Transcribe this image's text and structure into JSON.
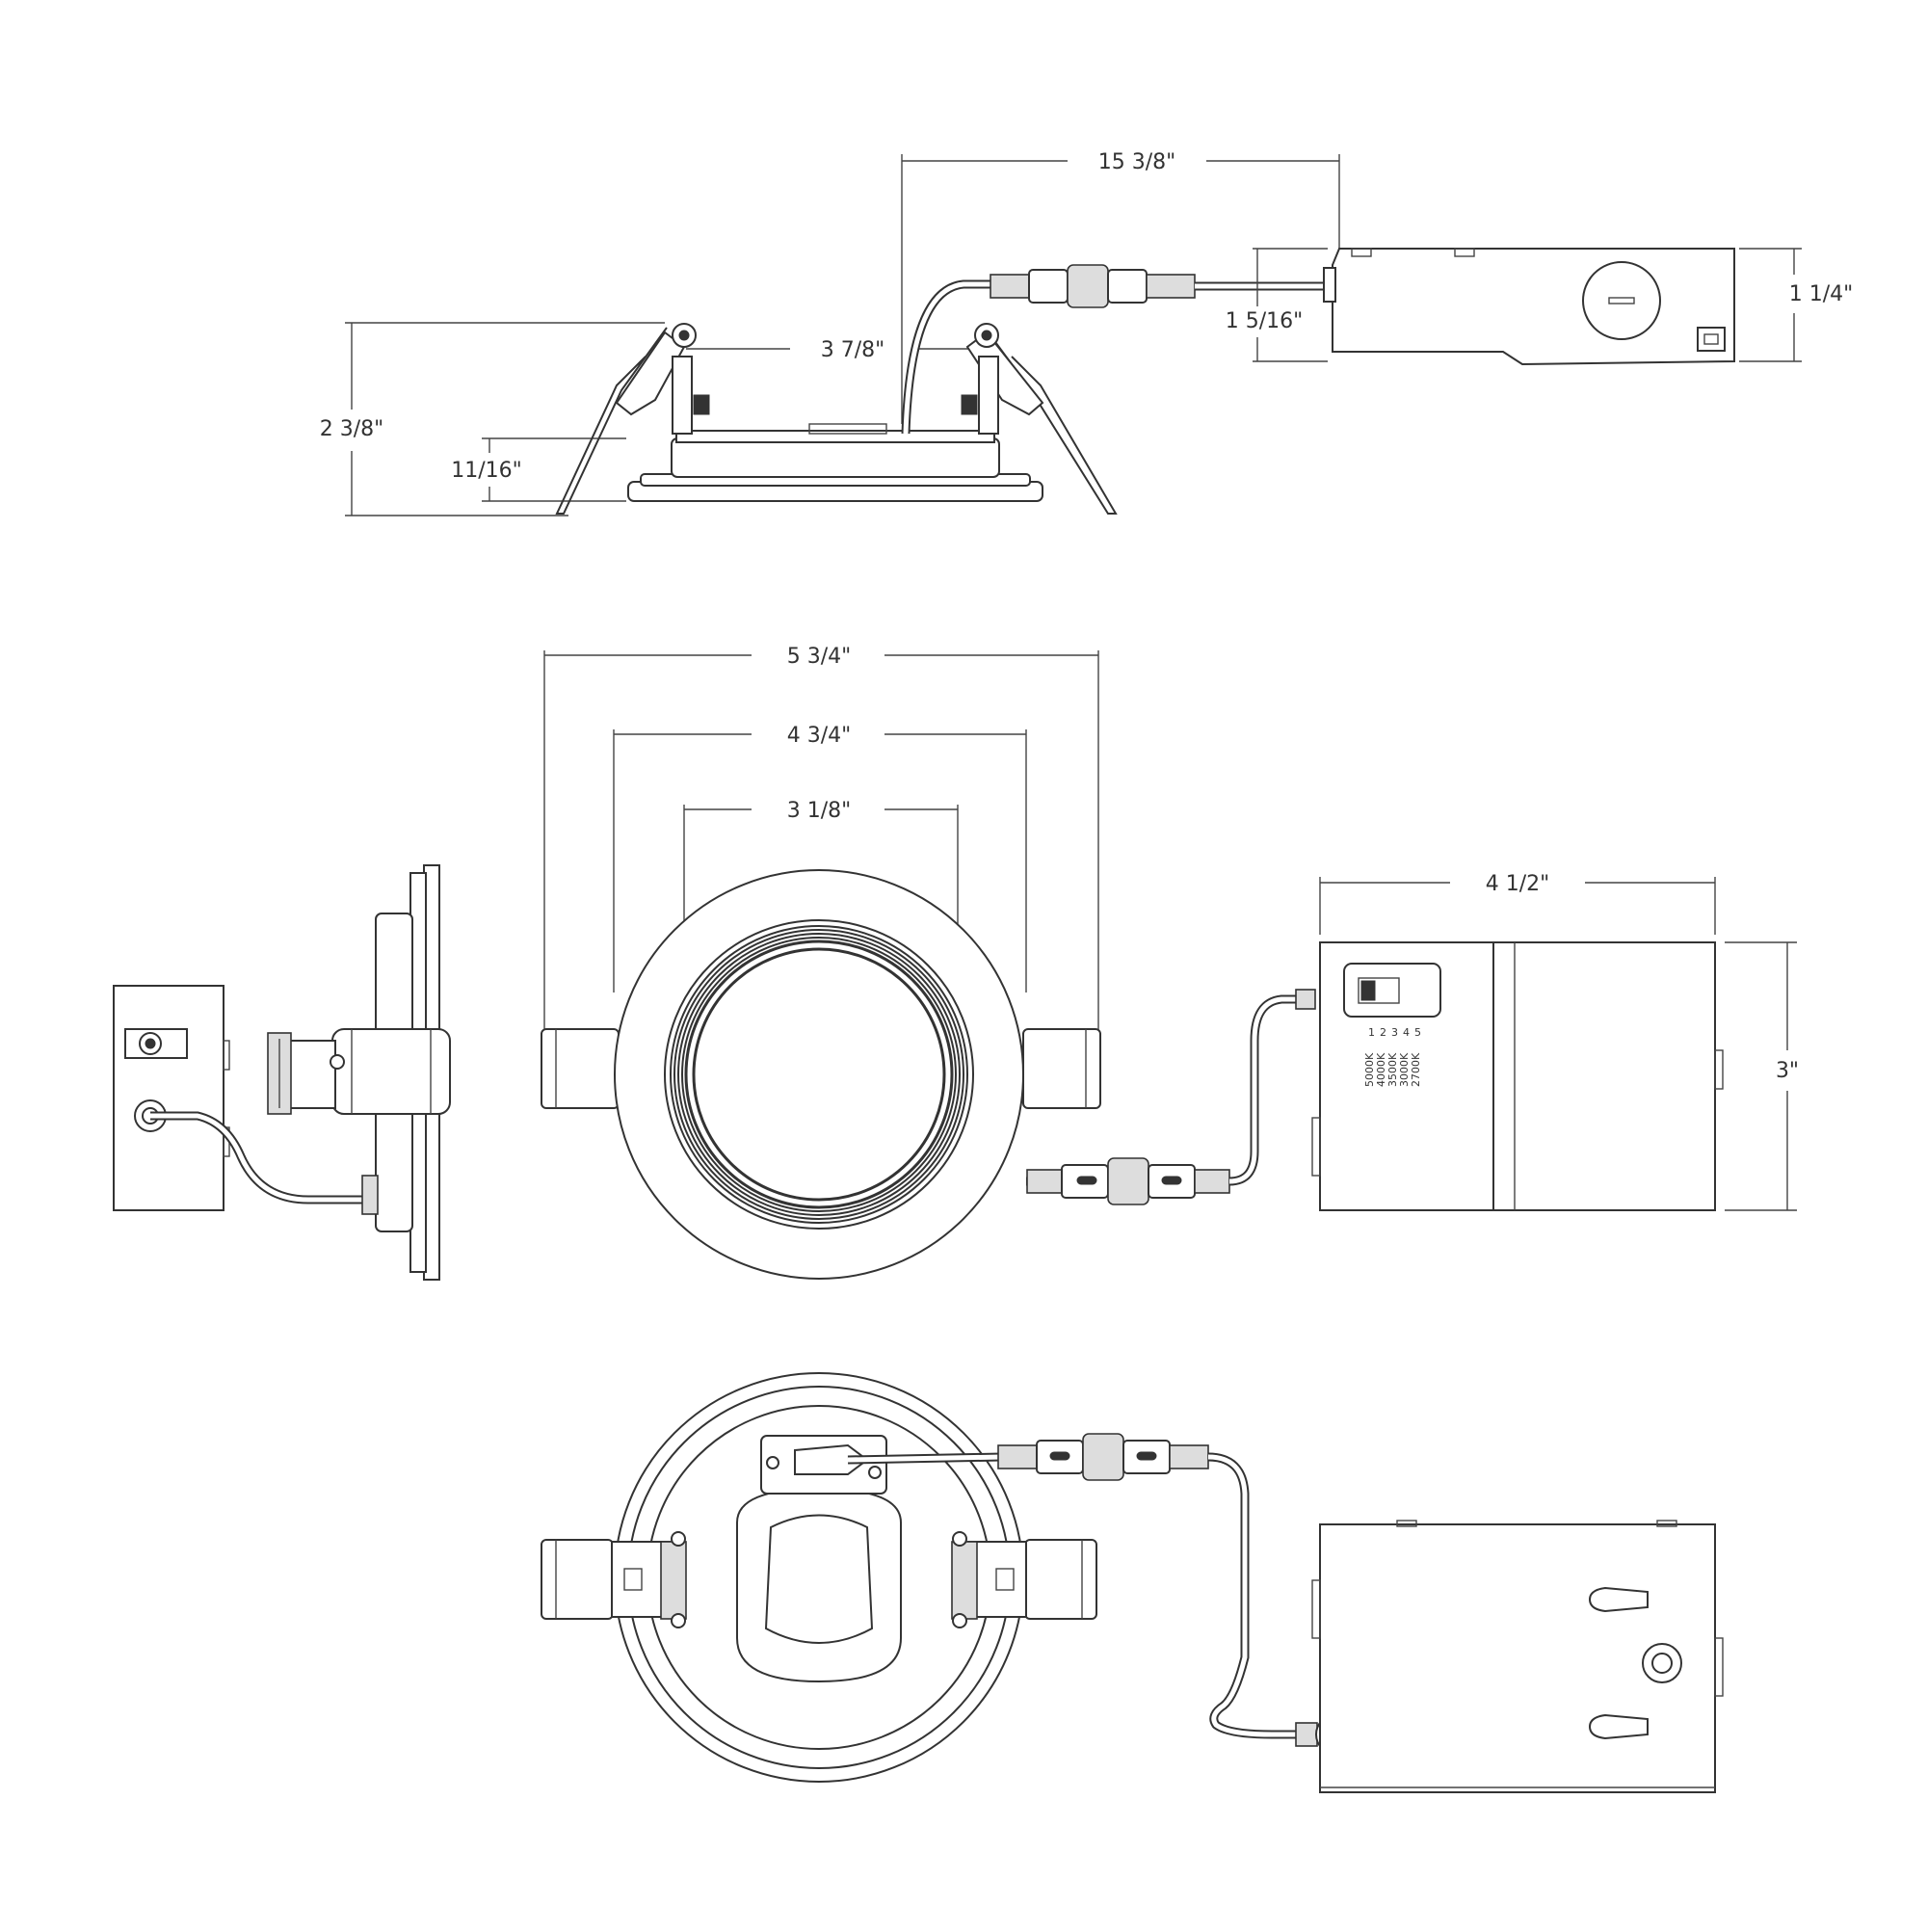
{
  "dimensions": {
    "overall_length": "15 3/8\"",
    "fixture_width_top": "3 7/8\"",
    "height": "2 3/8\"",
    "trim_height": "11/16\"",
    "box_height_side": "1 1/4\"",
    "box_connector_height": "1 5/16\"",
    "trim_diameter": "5 3/4\"",
    "clip_span": "4 3/4\"",
    "aperture": "3 1/8\"",
    "box_length": "4 1/2\"",
    "box_width": "3\""
  },
  "cct_labels": [
    "5000K",
    "4000K",
    "3500K",
    "3000K",
    "2700K"
  ],
  "cct_switch_numbers": [
    "1",
    "2",
    "3",
    "4",
    "5"
  ]
}
